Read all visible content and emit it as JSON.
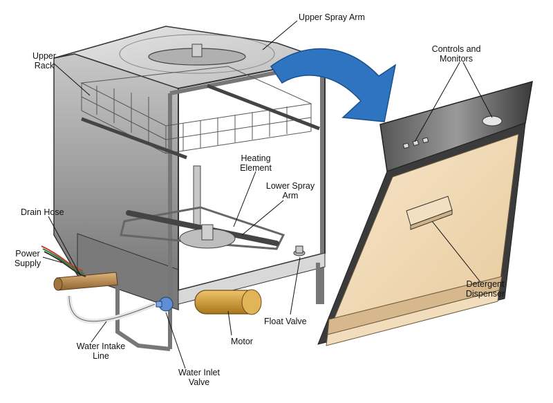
{
  "labels": {
    "upper_spray_arm": "Upper Spray Arm",
    "upper_rack_1": "Upper",
    "upper_rack_2": "Rack",
    "controls_1": "Controls and",
    "controls_2": "Monitors",
    "heating_1": "Heating",
    "heating_2": "Element",
    "lower_spray_1": "Lower Spray",
    "lower_spray_2": "Arm",
    "drain_hose": "Drain Hose",
    "power_1": "Power",
    "power_2": "Supply",
    "detergent_1": "Detergent",
    "detergent_2": "Dispenser",
    "float_valve": "Float Valve",
    "motor": "Motor",
    "water_intake_1": "Water Intake",
    "water_intake_2": "Line",
    "water_inlet_1": "Water Inlet",
    "water_inlet_2": "Valve"
  },
  "colors": {
    "arrow": "#2f74c0",
    "door_panel": "#f1dcbc",
    "door_trim": "#3b3b3b",
    "cabinet_side": "#9c9c9c",
    "motor": "#d9a33a",
    "valve": "#5e8fd6",
    "hose": "#b88a4a"
  }
}
